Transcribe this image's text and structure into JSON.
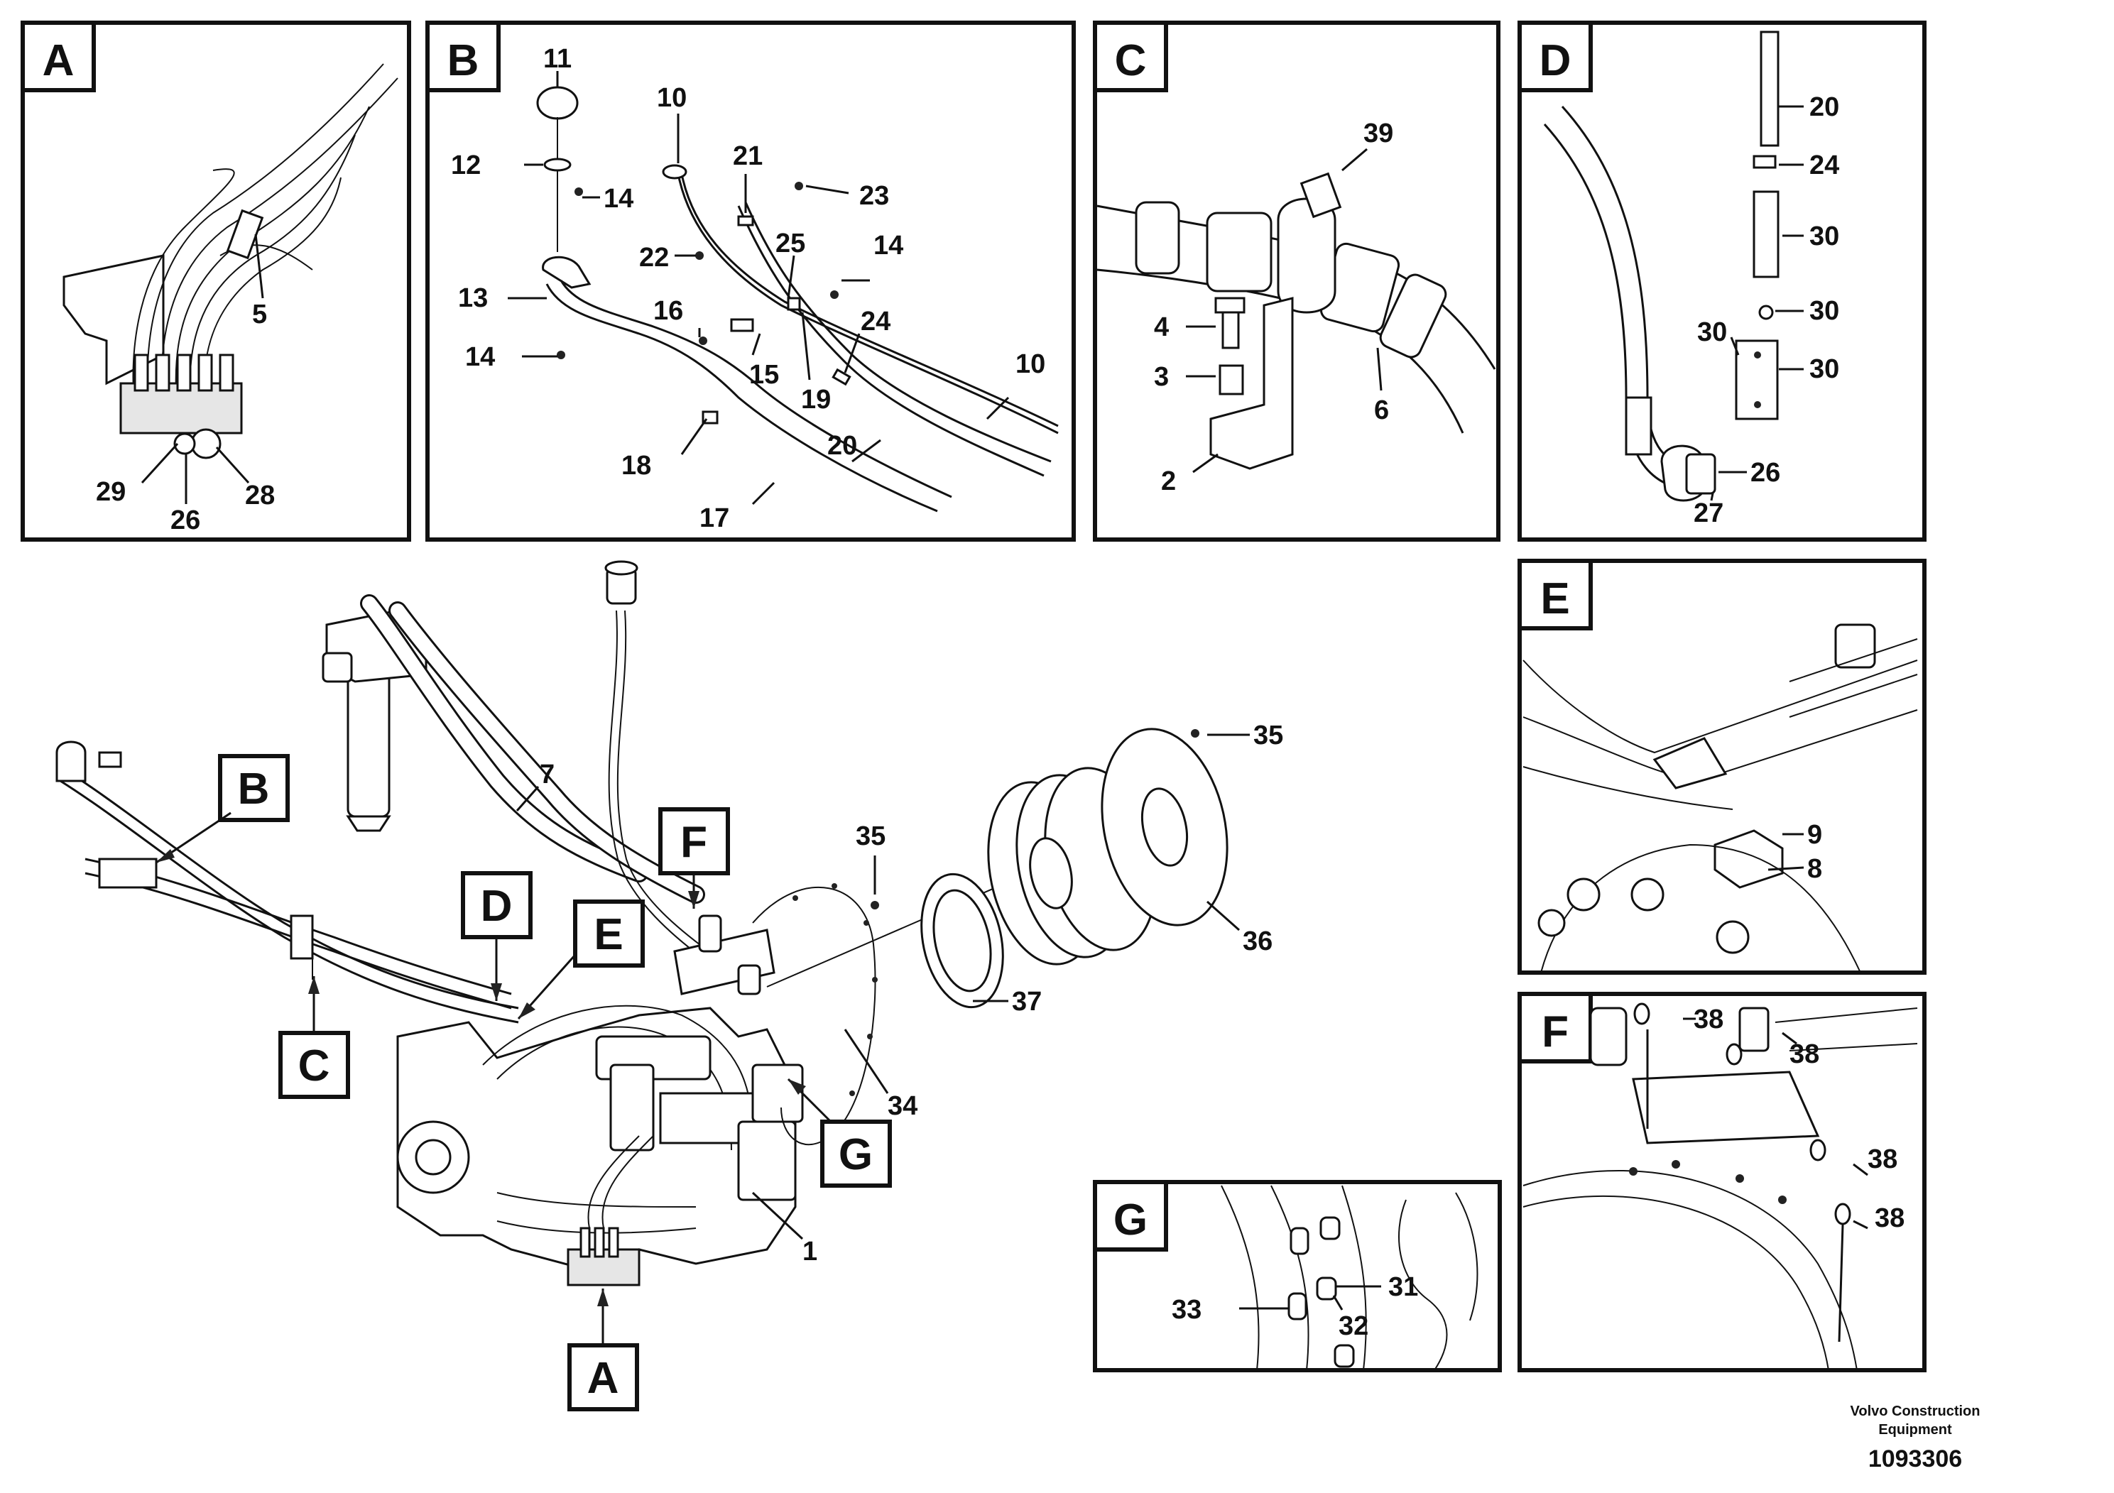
{
  "panels": [
    {
      "id": "A"
    },
    {
      "id": "B"
    },
    {
      "id": "C"
    },
    {
      "id": "D"
    },
    {
      "id": "E"
    },
    {
      "id": "F"
    },
    {
      "id": "G"
    }
  ],
  "main_tags": [
    "B",
    "C",
    "D",
    "E",
    "F",
    "G",
    "A"
  ],
  "callouts": {
    "panel_a": [
      "5",
      "29",
      "26",
      "28"
    ],
    "panel_b": [
      "11",
      "10",
      "12",
      "14",
      "21",
      "23",
      "22",
      "25",
      "14",
      "13",
      "16",
      "24",
      "14",
      "15",
      "19",
      "10",
      "20",
      "18",
      "17"
    ],
    "panel_c": [
      "39",
      "4",
      "3",
      "6",
      "2"
    ],
    "panel_d": [
      "20",
      "24",
      "30",
      "30",
      "30",
      "30",
      "26",
      "27"
    ],
    "panel_e": [
      "9",
      "8"
    ],
    "panel_f": [
      "38",
      "38",
      "38",
      "38"
    ],
    "panel_g": [
      "31",
      "33",
      "32"
    ],
    "main": [
      "7",
      "35",
      "35",
      "36",
      "37",
      "34",
      "1"
    ]
  },
  "footer": {
    "company_line1": "Volvo Construction",
    "company_line2": "Equipment",
    "drawing_number": "1093306"
  }
}
